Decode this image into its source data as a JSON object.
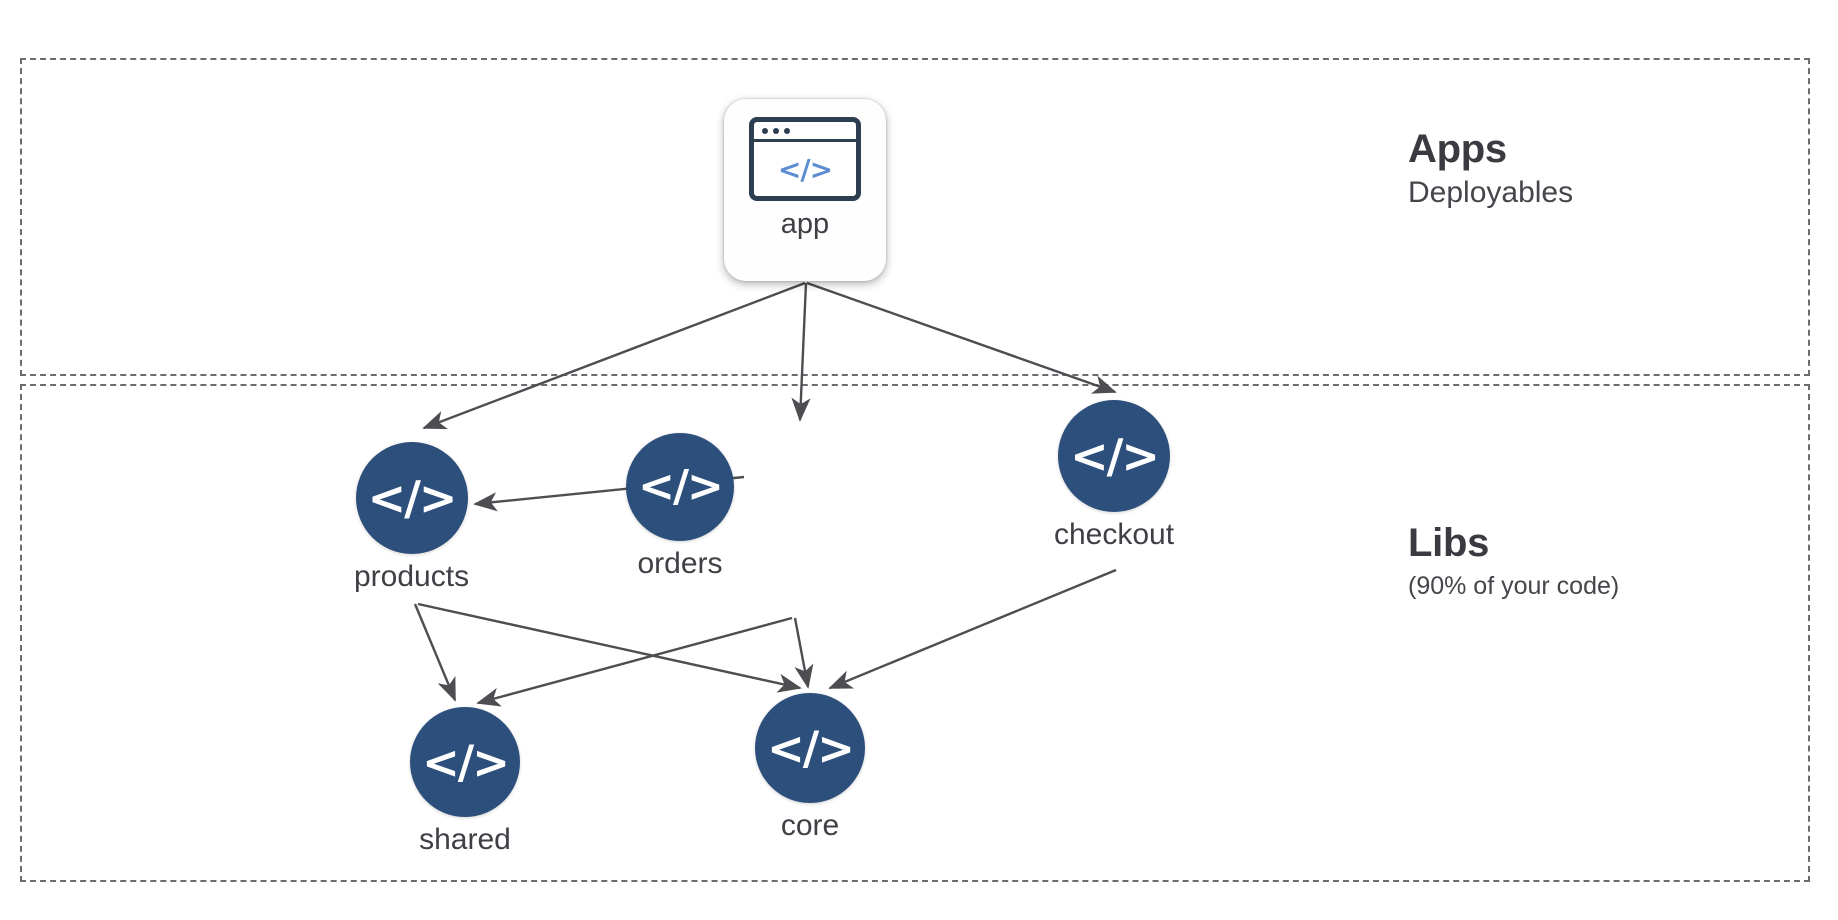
{
  "diagram": {
    "type": "dependency-graph",
    "zones": [
      {
        "id": "apps",
        "title": "Apps",
        "subtitle": "Deployables"
      },
      {
        "id": "libs",
        "title": "Libs",
        "subtitle": "(90% of your code)"
      }
    ],
    "nodes": [
      {
        "id": "app",
        "label": "app",
        "shape": "rounded-square",
        "icon": "browser-code-icon",
        "zone": "apps"
      },
      {
        "id": "products",
        "label": "products",
        "shape": "circle",
        "icon": "code-icon",
        "zone": "libs"
      },
      {
        "id": "orders",
        "label": "orders",
        "shape": "circle",
        "icon": "code-icon",
        "zone": "libs"
      },
      {
        "id": "checkout",
        "label": "checkout",
        "shape": "circle",
        "icon": "code-icon",
        "zone": "libs"
      },
      {
        "id": "shared",
        "label": "shared",
        "shape": "circle",
        "icon": "code-icon",
        "zone": "libs"
      },
      {
        "id": "core",
        "label": "core",
        "shape": "circle",
        "icon": "code-icon",
        "zone": "libs"
      }
    ],
    "edges": [
      {
        "from": "app",
        "to": "products"
      },
      {
        "from": "app",
        "to": "orders"
      },
      {
        "from": "app",
        "to": "checkout"
      },
      {
        "from": "orders",
        "to": "products"
      },
      {
        "from": "products",
        "to": "shared"
      },
      {
        "from": "products",
        "to": "core"
      },
      {
        "from": "orders",
        "to": "shared"
      },
      {
        "from": "orders",
        "to": "core"
      },
      {
        "from": "checkout",
        "to": "core"
      }
    ],
    "glyphs": {
      "code": "</>",
      "app_code": "</>"
    },
    "colors": {
      "lib_node_fill": "#2d4f7c",
      "lib_glyph": "#ffffff",
      "app_card_bg": "#fefefe",
      "app_icon_frame": "#2c3e50",
      "app_icon_code": "#5b8dd1",
      "edge_stroke": "#4d4d52",
      "zone_border": "#6b6b72",
      "text": "#3f3f46",
      "background": "#ffffff"
    }
  }
}
